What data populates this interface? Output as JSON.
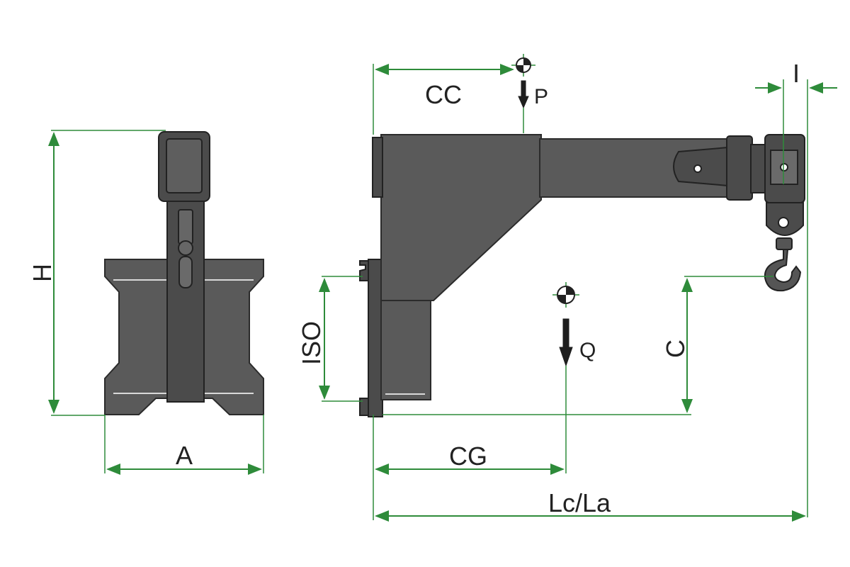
{
  "colors": {
    "dimension_line": "#2e8b3a",
    "part_fill": "#5a5a5a",
    "outline": "#2b2b2b",
    "background": "#ffffff"
  },
  "labels": {
    "H": "H",
    "A": "A",
    "ISO": "ISO",
    "CC": "CC",
    "P": "P",
    "I": "I",
    "Q": "Q",
    "C": "C",
    "CG": "CG",
    "LcLa": "Lc/La"
  },
  "icons": [
    "center-of-gravity-icon-p",
    "center-of-gravity-icon-q",
    "hook-icon"
  ]
}
